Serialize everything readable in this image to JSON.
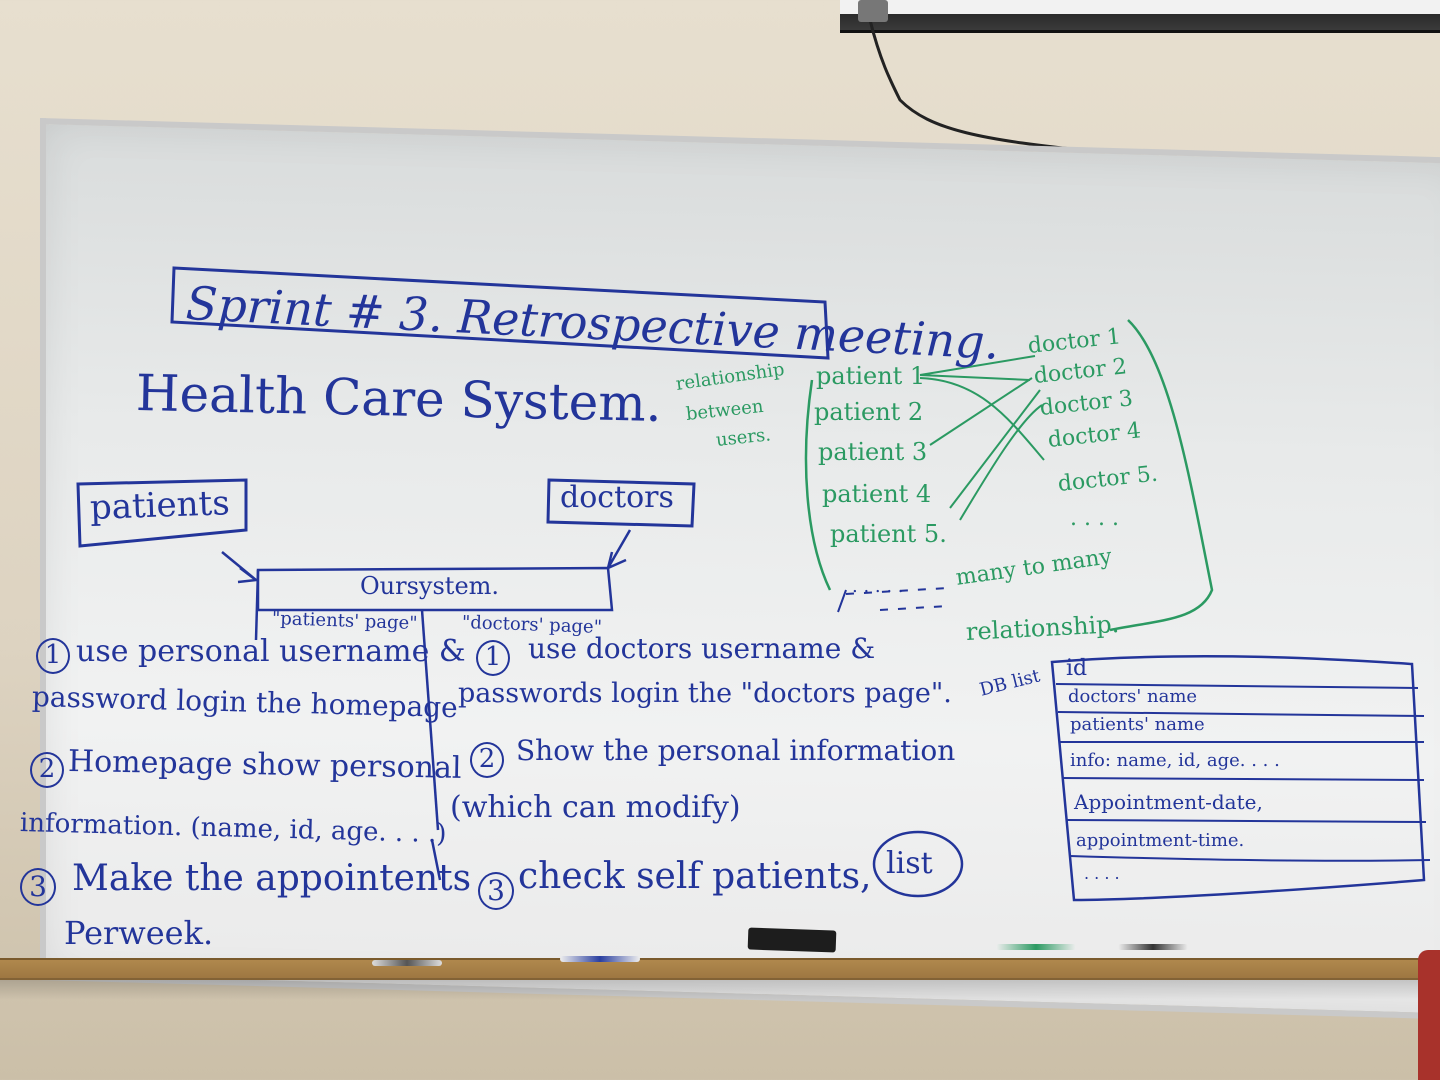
{
  "title": "Sprint # 3. Retrospective meeting.",
  "subtitle": "Health Care System.",
  "actors": {
    "patients": "patients",
    "doctors": "doctors"
  },
  "system_box": {
    "title": "Oursystem.",
    "patients_page": "\"patients' page\"",
    "doctors_page": "\"doctors' page\""
  },
  "patients_list": [
    {
      "num": "1",
      "line1": "use personal username &",
      "line2": "password login the homepage"
    },
    {
      "num": "2",
      "line1": "Homepage show personal",
      "line2": "information. (name, id, age. . . .)"
    },
    {
      "num": "3",
      "line1": "Make the appointents",
      "line2": "Perweek."
    }
  ],
  "doctors_list": [
    {
      "num": "1",
      "line1": "use doctors username &",
      "line2": "passwords login the \"doctors page\"."
    },
    {
      "num": "2",
      "line1": "Show the personal information",
      "line2": "(which can modify)"
    },
    {
      "num": "3",
      "line1": "check self patients,",
      "line2": "list"
    }
  ],
  "relationship": {
    "label": [
      "relationship",
      "between",
      "users."
    ],
    "patients": [
      "patient 1",
      "patient 2",
      "patient 3",
      "patient 4",
      "patient 5."
    ],
    "doctors": [
      "doctor 1",
      "doctor 2",
      "doctor 3",
      "doctor 4",
      "doctor 5."
    ],
    "ellipsis_left": ". . . . .",
    "ellipsis_right": ". . . .",
    "note_line1": "many to many",
    "note_line2": "relationship."
  },
  "db_list": {
    "label": "DB list",
    "rows": [
      "id",
      "doctors' name",
      "patients' name",
      "info: name, id, age. . . .",
      "Appointment-date,",
      "appointment-time.",
      ". . . ."
    ]
  },
  "colors": {
    "blue_marker": "#23359a",
    "green_marker": "#2b9a62",
    "board": "#eceeee",
    "tray": "#a57c45"
  }
}
